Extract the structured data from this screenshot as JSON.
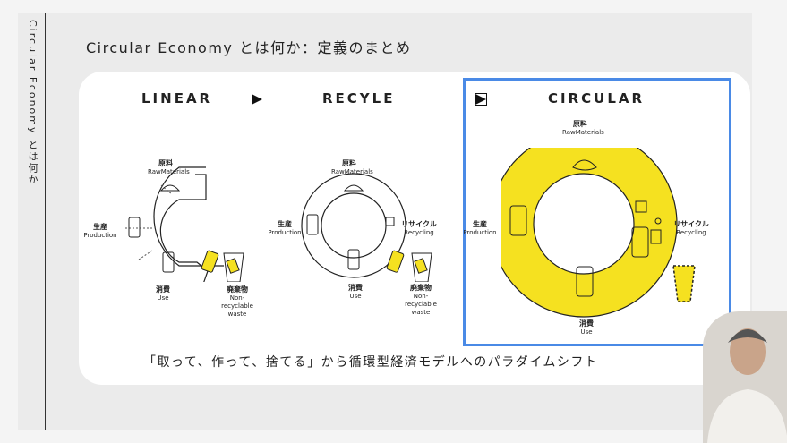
{
  "sidebar": {
    "vertical_title": "Circular Economy とは何か"
  },
  "title": "Circular Economy とは何か：定義のまとめ",
  "linear": {
    "heading": "LINEAR",
    "raw_jp": "原料",
    "raw_en": "RawMaterials",
    "prod_jp": "生産",
    "prod_en": "Production",
    "use_jp": "消費",
    "use_en": "Use",
    "waste_jp": "廃棄物",
    "waste_en": "Non-recyclable waste"
  },
  "recycle": {
    "heading": "RECYLE",
    "raw_jp": "原料",
    "raw_en": "RawMaterials",
    "prod_jp": "生産",
    "prod_en": "Production",
    "rec_jp": "リサイクル",
    "rec_en": "Recycling",
    "use_jp": "消費",
    "use_en": "Use",
    "waste_jp": "廃棄物",
    "waste_en": "Non-recyclable waste"
  },
  "circular": {
    "heading": "CIRCULAR",
    "raw_jp": "原料",
    "raw_en": "RawMaterials",
    "prod_jp": "生産",
    "prod_en": "Production",
    "rec_jp": "リサイクル",
    "rec_en": "Recycling",
    "use_jp": "消費",
    "use_en": "Use"
  },
  "caption": "「取って、作って、捨てる」から循環型経済モデルへのパラダイムシフト",
  "colors": {
    "yellow": "#f5e120",
    "highlight": "#4a8ae6"
  }
}
